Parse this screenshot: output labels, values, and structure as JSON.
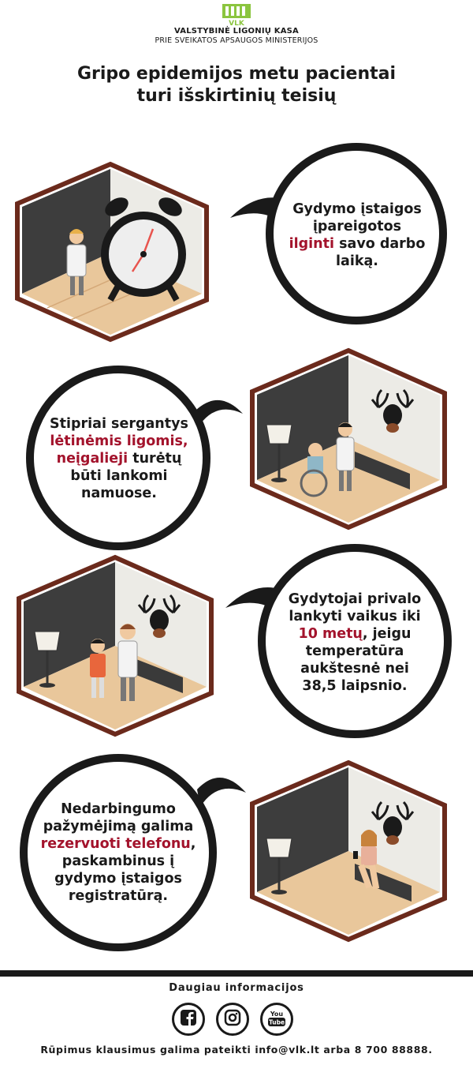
{
  "header": {
    "logo_text": "VLK",
    "org_name": "VALSTYBINĖ LIGONIŲ KASA",
    "org_sub": "PRIE SVEIKATOS APSAUGOS MINISTERIJOS"
  },
  "title": {
    "line1": "Gripo epidemijos metu pacientai",
    "line2": "turi išskirtinių teisių"
  },
  "bubbles": [
    {
      "lines": [
        [
          {
            "t": "Gydymo įstaigos"
          }
        ],
        [
          {
            "t": "įpareigotos"
          }
        ],
        [
          {
            "t": "ilginti",
            "hl": true
          },
          {
            "t": " savo darbo"
          }
        ],
        [
          {
            "t": "laiką."
          }
        ]
      ]
    },
    {
      "lines": [
        [
          {
            "t": "Stipriai sergantys"
          }
        ],
        [
          {
            "t": "lėtinėmis ligomis,",
            "hl": true
          }
        ],
        [
          {
            "t": "neįgalieji",
            "hl": true
          },
          {
            "t": " turėtų"
          }
        ],
        [
          {
            "t": "būti lankomi"
          }
        ],
        [
          {
            "t": "namuose."
          }
        ]
      ]
    },
    {
      "lines": [
        [
          {
            "t": "Gydytojai privalo"
          }
        ],
        [
          {
            "t": "lankyti vaikus iki"
          }
        ],
        [
          {
            "t": "10 metų",
            "hl": true
          },
          {
            "t": ", jeigu"
          }
        ],
        [
          {
            "t": "temperatūra"
          }
        ],
        [
          {
            "t": "aukštesnė nei"
          }
        ],
        [
          {
            "t": "38,5 laipsnio."
          }
        ]
      ]
    },
    {
      "lines": [
        [
          {
            "t": "Nedarbingumo"
          }
        ],
        [
          {
            "t": "pažymėjimą galima"
          }
        ],
        [
          {
            "t": "rezervuoti telefonu",
            "hl": true
          },
          {
            "t": ","
          }
        ],
        [
          {
            "t": "paskambinus į"
          }
        ],
        [
          {
            "t": "gydymo įstaigos"
          }
        ],
        [
          {
            "t": "registratūrą."
          }
        ]
      ]
    }
  ],
  "footer": {
    "more_info": "Daugiau informacijos",
    "youtube_top": "You",
    "youtube_bottom": "Tube",
    "contact": "Rūpimus klausimus galima pateikti info@vlk.lt arba 8 700 88888."
  },
  "colors": {
    "highlight": "#a3132c",
    "room_border": "#6b2a1c",
    "dark_wall": "#3d3d3d",
    "floor": "#e9c79b",
    "light_wall": "#ecebe6",
    "logo_green": "#8bc53f"
  }
}
